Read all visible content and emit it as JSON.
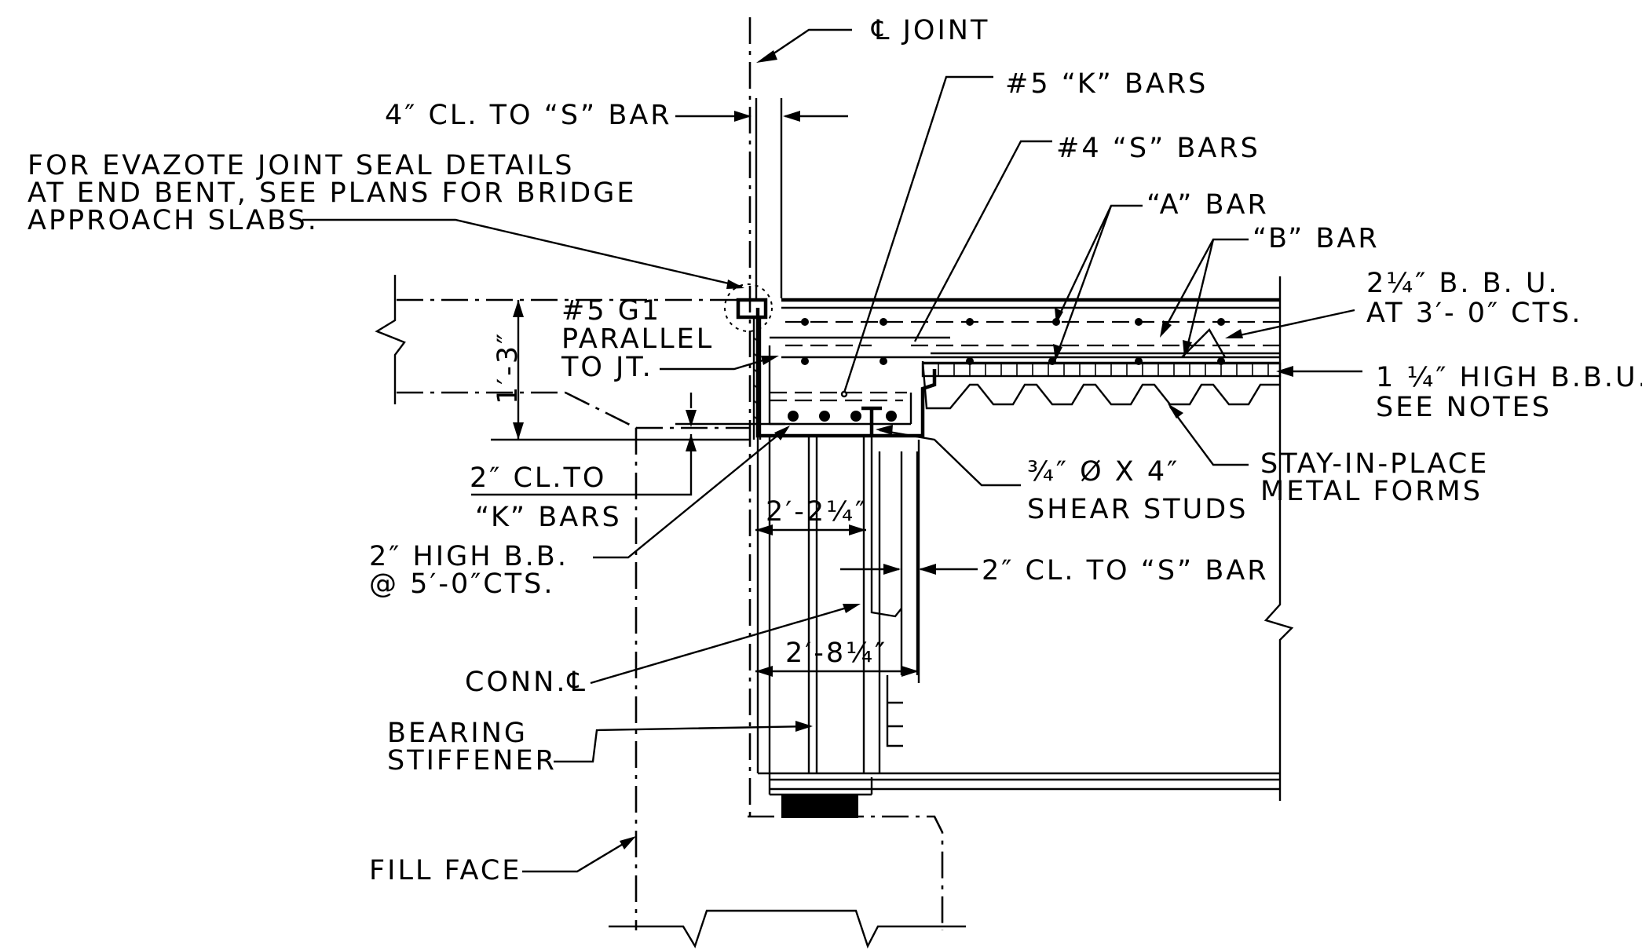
{
  "labels": {
    "cl_joint": "℄ JOINT",
    "cl_to_s_bar_4": "4″ CL. TO “S” BAR",
    "k_bars": "#5 “K” BARS",
    "s_bars": "#4 “S” BARS",
    "evazote_line1": "FOR EVAZOTE JOINT SEAL DETAILS",
    "evazote_line2": "AT END BENT, SEE PLANS FOR BRIDGE",
    "evazote_line3": "APPROACH SLABS.",
    "a_bar": "“A” BAR",
    "b_bar": "“B” BAR",
    "bbu_225_line1": "2¼″ B. B. U.",
    "bbu_225_line2": "AT 3′- 0″ CTS.",
    "g1_line1": "#5 G1",
    "g1_line2": "PARALLEL",
    "g1_line3": "TO JT.",
    "dim_1_3": "1′-3″",
    "bbu_125_line1": "1 ¼″ HIGH B.B.U.",
    "bbu_125_line2": "SEE NOTES",
    "studs_line1": "¾″ Ø X 4″",
    "studs_line2": "SHEAR STUDS",
    "forms_line1": "STAY-IN-PLACE",
    "forms_line2": "METAL FORMS",
    "cl_k_line1": "2″ CL.TO",
    "cl_k_line2": "“K” BARS",
    "dim_2_2": "2′-2¼″",
    "bb_line1": "2″ HIGH B.B.",
    "bb_line2": "@ 5′-0″CTS.",
    "cl_to_s_bar_2": "2″ CL. TO “S” BAR",
    "dim_2_8": "2′-8¼″",
    "conn_pl": "CONN.℄",
    "bearing_line1": "BEARING",
    "bearing_line2": "STIFFENER",
    "fill_face": "FILL FACE"
  }
}
